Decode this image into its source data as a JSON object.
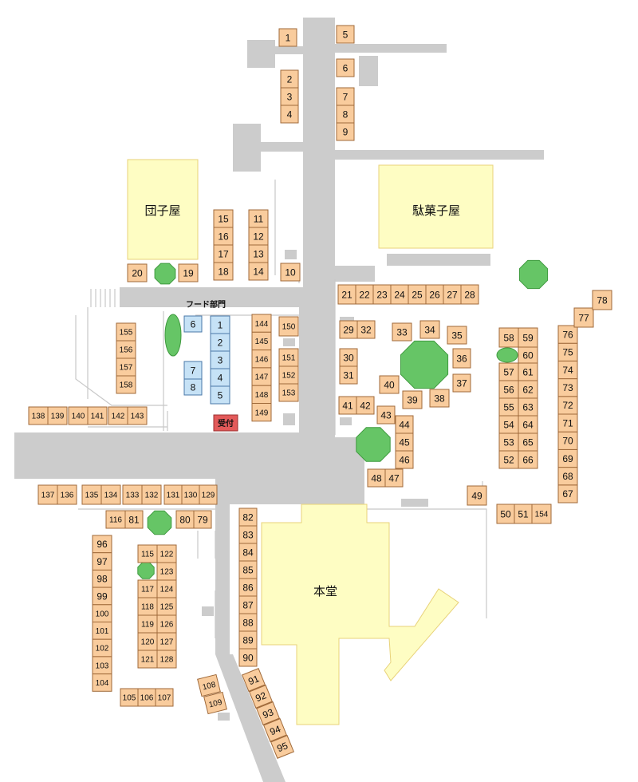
{
  "colors": {
    "road": "#cccccc",
    "line": "#c8c8c8",
    "stall_fill": "#f9cc9d",
    "stall_border": "#a06a3a",
    "food_fill": "#c6e2f6",
    "food_border": "#4a78a8",
    "tree": "#66c566",
    "tree_border": "#3f9a3f",
    "building_fill": "#fefdc3",
    "building_border": "#e8d27a",
    "reception": "#e35a5a"
  },
  "labels": {
    "dango": "団子屋",
    "dagashi": "駄菓子屋",
    "hondo": "本堂",
    "food_section": "フード部門",
    "reception": "受付"
  },
  "stalls": [
    "1",
    "2",
    "3",
    "4",
    "5",
    "6",
    "7",
    "8",
    "9",
    "10",
    "11",
    "12",
    "13",
    "14",
    "15",
    "16",
    "17",
    "18",
    "19",
    "20",
    "21",
    "22",
    "23",
    "24",
    "25",
    "26",
    "27",
    "28",
    "29",
    "30",
    "31",
    "32",
    "33",
    "34",
    "35",
    "36",
    "37",
    "38",
    "39",
    "40",
    "41",
    "42",
    "43",
    "44",
    "45",
    "46",
    "47",
    "48",
    "49",
    "50",
    "51",
    "52",
    "53",
    "54",
    "55",
    "56",
    "57",
    "58",
    "59",
    "60",
    "61",
    "62",
    "63",
    "64",
    "65",
    "66",
    "67",
    "68",
    "69",
    "70",
    "71",
    "72",
    "73",
    "74",
    "75",
    "76",
    "77",
    "78",
    "79",
    "80",
    "81",
    "82",
    "83",
    "84",
    "85",
    "86",
    "87",
    "88",
    "89",
    "90",
    "91",
    "92",
    "93",
    "94",
    "95",
    "96",
    "97",
    "98",
    "99",
    "100",
    "101",
    "102",
    "103",
    "104",
    "105",
    "106",
    "107",
    "108",
    "109",
    "115",
    "116",
    "117",
    "118",
    "119",
    "120",
    "121",
    "122",
    "123",
    "124",
    "125",
    "126",
    "127",
    "128",
    "129",
    "130",
    "131",
    "132",
    "133",
    "134",
    "135",
    "136",
    "137",
    "138",
    "139",
    "140",
    "141",
    "142",
    "143",
    "144",
    "145",
    "146",
    "147",
    "148",
    "149",
    "150",
    "151",
    "152",
    "153",
    "154",
    "155",
    "156",
    "157",
    "158"
  ],
  "food_stalls": [
    "1",
    "2",
    "3",
    "4",
    "5",
    "6",
    "7",
    "8"
  ]
}
